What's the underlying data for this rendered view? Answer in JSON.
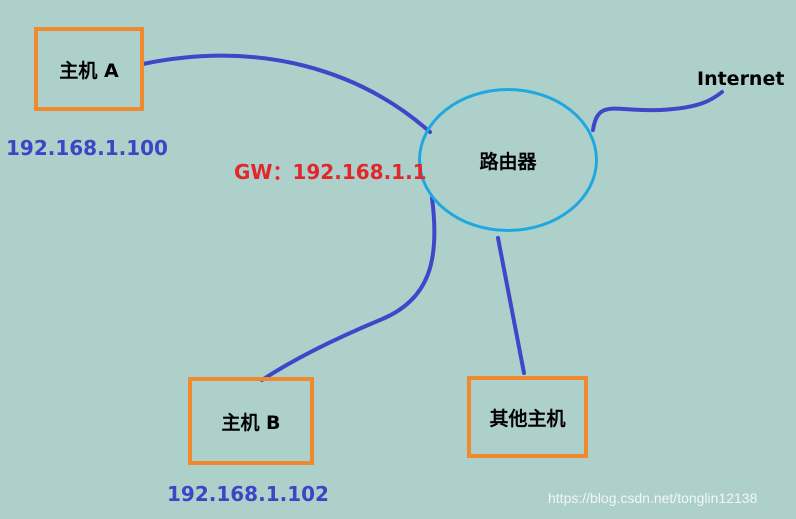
{
  "colors": {
    "background": "#aed0cb",
    "link": "#3f46c8",
    "host_border": "#f08a2e",
    "router_border": "#1fa8e0",
    "ip_text": "#3a46c4",
    "gateway_text": "#e0272b"
  },
  "hosts": {
    "a": {
      "label": "主机 A",
      "ip": "192.168.1.100"
    },
    "b": {
      "label": "主机 B",
      "ip": "192.168.1.102"
    },
    "other": {
      "label": "其他主机"
    }
  },
  "router": {
    "label": "路由器",
    "gateway": "GW：192.168.1.1"
  },
  "internet": {
    "label": "Internet"
  },
  "watermark": "https://blog.csdn.net/tonglin12138"
}
